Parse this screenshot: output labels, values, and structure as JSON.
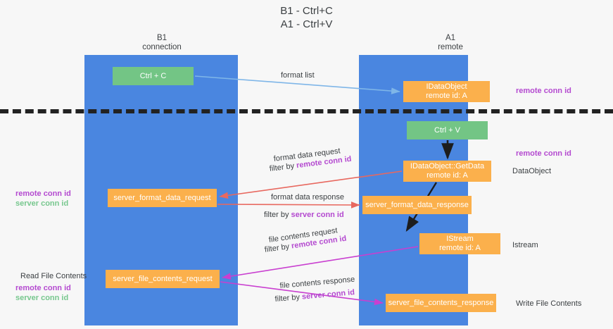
{
  "title": "B1 - Ctrl+C\nA1 - Ctrl+V",
  "lanes": [
    {
      "name": "b1",
      "heading": "B1\nconnection",
      "color": "#4a86e0"
    },
    {
      "name": "a1",
      "heading": "A1\nremote",
      "color": "#4a86e0"
    }
  ],
  "colors": {
    "lane_blue": "#4a86e0",
    "node_green": "#73c585",
    "node_orange": "#fbb04c",
    "conn_purple": "#b44ad0",
    "conn_green": "#77c78e",
    "arrow_blue": "#7fb6e8",
    "arrow_red": "#e8685f",
    "arrow_magenta": "#c93fd0",
    "arrow_black": "#1d1d1d",
    "divider_black": "#222222",
    "background": "#f7f7f7"
  },
  "nodes": {
    "ctrl_c": "Ctrl + C",
    "idataobject": "IDataObject\nremote id: A",
    "ctrl_v": "Ctrl + V",
    "getdata": "IDataObject::GetData\nremote id: A",
    "server_format_data_request": "server_format_data_request",
    "server_format_data_response": "server_format_data_response",
    "istream": "IStream\nremote id: A",
    "server_file_contents_request": "server_file_contents_request",
    "server_file_contents_response": "server_file_contents_response"
  },
  "side_labels": {
    "remote_conn_id_top": "remote conn id",
    "remote_conn_id_mid": "remote conn id",
    "dataobject": "DataObject",
    "istream": "Istream",
    "write_file_contents": "Write File Contents",
    "read_file_contents": "Read File Contents",
    "left_remote_conn_id": "remote conn id",
    "left_server_conn_id": "server conn id",
    "left_remote_conn_id_bottom": "remote conn id",
    "left_server_conn_id_bottom": "server conn id"
  },
  "flows": {
    "format_list": "format list",
    "format_data_request": "format data request",
    "format_data_request_filter_prefix": "filter by ",
    "format_data_request_filter_key": "remote conn id",
    "format_data_response": "format data response",
    "format_data_response_filter_prefix": "filter by ",
    "format_data_response_filter_key": "server conn id",
    "file_contents_request": "file contents request",
    "file_contents_request_filter_prefix": "filter by ",
    "file_contents_request_filter_key": "remote conn id",
    "file_contents_response": "file contents response",
    "file_contents_response_filter_prefix": "filter by ",
    "file_contents_response_filter_key": "server conn id"
  }
}
